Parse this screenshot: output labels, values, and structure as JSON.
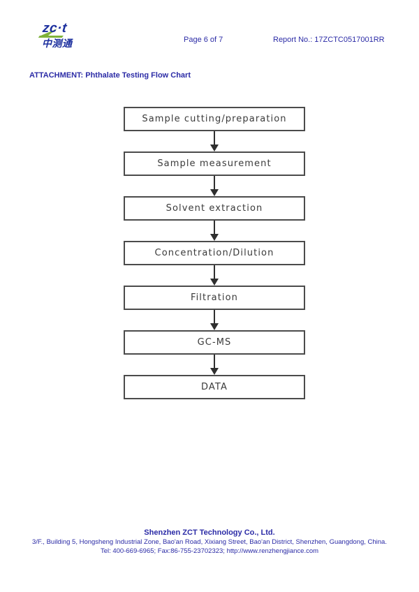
{
  "header": {
    "logo": {
      "brand": "zc·t",
      "brand_cn": "中测通"
    },
    "page_label": "Page 6 of 7",
    "report_label": "Report No.: 17ZCTC0517001RR"
  },
  "attachment_title": "ATTACHMENT: Phthalate Testing Flow Chart",
  "flowchart": {
    "steps": [
      "Sample cutting/preparation",
      "Sample measurement",
      "Solvent extraction",
      "Concentration/Dilution",
      "Filtration",
      "GC-MS",
      "DATA"
    ]
  },
  "footer": {
    "company": "Shenzhen ZCT Technology Co., Ltd.",
    "address": "3/F., Building 5, Hongsheng Industrial Zone,  Bao'an Road, Xixiang Street, Bao'an District, Shenzhen, Guangdong, China.",
    "contact": "Tel: 400-669-6965; Fax:86-755-23702323; http://www.renzhengjiance.com"
  },
  "colors": {
    "header_text": "#2b2ba6",
    "logo_blue": "#1c2f9e",
    "logo_green": "#7fb23a",
    "box_border": "#4b4b4b",
    "box_text": "#3a3a3a",
    "arrow": "#2f2f2f",
    "page_background": "#ffffff"
  }
}
